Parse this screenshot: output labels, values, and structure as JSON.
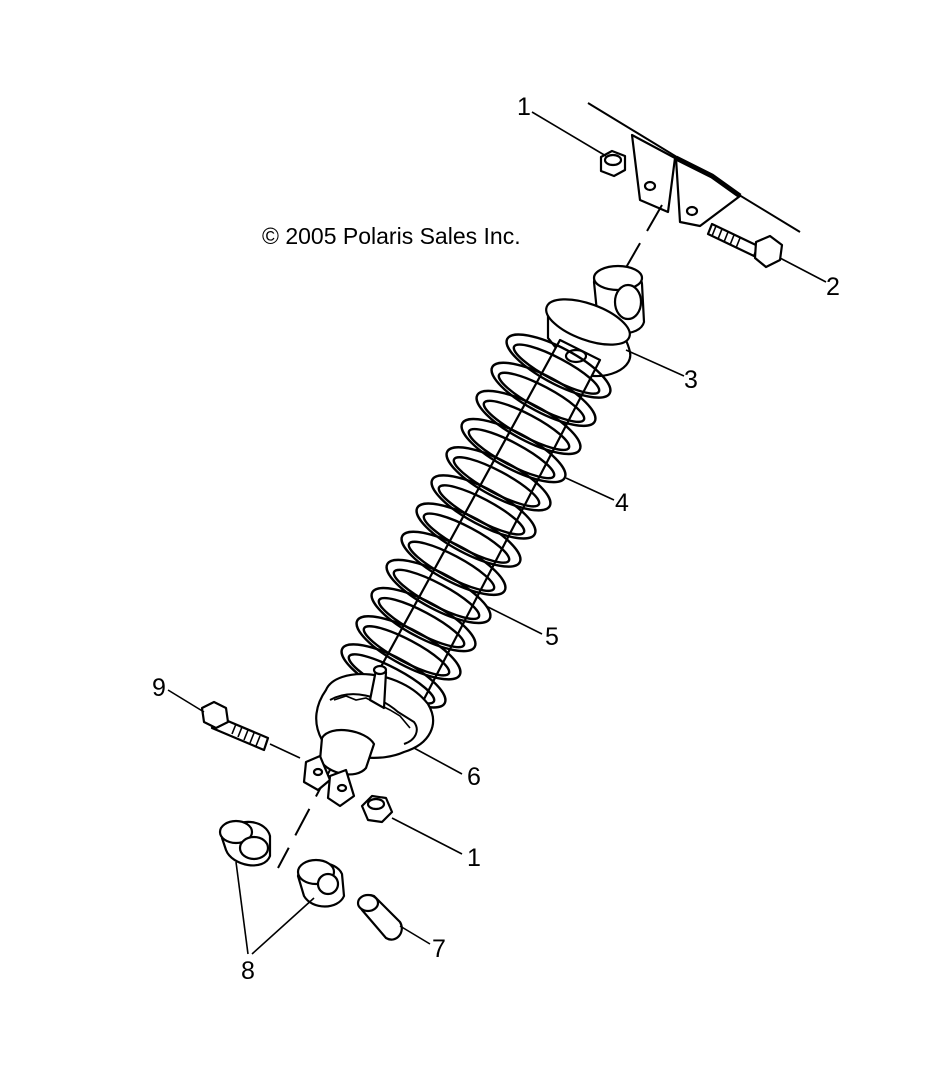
{
  "diagram": {
    "copyright": "© 2005 Polaris Sales Inc.",
    "callouts": [
      {
        "id": "callout-1-top",
        "label": "1"
      },
      {
        "id": "callout-2",
        "label": "2"
      },
      {
        "id": "callout-3",
        "label": "3"
      },
      {
        "id": "callout-4",
        "label": "4"
      },
      {
        "id": "callout-5",
        "label": "5"
      },
      {
        "id": "callout-6",
        "label": "6"
      },
      {
        "id": "callout-1-bottom",
        "label": "1"
      },
      {
        "id": "callout-7",
        "label": "7"
      },
      {
        "id": "callout-8",
        "label": "8"
      },
      {
        "id": "callout-9",
        "label": "9"
      }
    ]
  }
}
